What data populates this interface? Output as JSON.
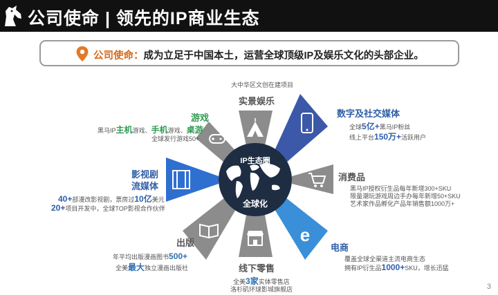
{
  "header": {
    "title": "公司使命 | 领先的IP商业生态"
  },
  "mission": {
    "label": "公司使命：",
    "text": "成为立足于中国本土，运营全球顶级IP及娱乐文化的头部企业。"
  },
  "center": {
    "top": "IP生态圈",
    "bottom": "全球化"
  },
  "segments": {
    "live": {
      "title": "实景娱乐",
      "note": "大中华区文创在建项目",
      "color": "#8c8c8c"
    },
    "digital": {
      "title": "数字及社交媒体",
      "l1a": "全球",
      "l1b": "5亿+",
      "l1c": "黑马IP粉丝",
      "l2a": "线上平台",
      "l2b": "150万+",
      "l2c": "活跃用户",
      "color": "#3b59a8"
    },
    "consumer": {
      "title": "消费品",
      "l1": "黑马IP授权衍生品每年新增300+SKU",
      "l2": "限量潮玩游戏周边手办每年新增50+SKU",
      "l3": "艺术家作品孵化产品年销售额1000万+",
      "color": "#8c8c8c"
    },
    "ecommerce": {
      "title": "电商",
      "l1": "覆盖全球全渠道主流电商生态",
      "l2a": "拥有IP衍生品",
      "l2b": "1000+",
      "l2c": "SKU，增长迅猛",
      "color": "#3a8fd8"
    },
    "retail": {
      "title": "线下零售",
      "l1a": "全美",
      "l1b": "3家",
      "l1c": "实体零售店",
      "l2": "洛杉矶环球影城旗舰店",
      "color": "#8c8c8c"
    },
    "publishing": {
      "title": "出版",
      "l1a": "年平均出版漫画图书",
      "l1b": "500+",
      "l2a": "全美",
      "l2b": "最大",
      "l2c": "独立漫画出版社",
      "color": "#3a8fd8"
    },
    "film": {
      "title1": "影视剧",
      "title2": "流媒体",
      "l1a": "40+",
      "l1b": "部漫改影视剧，票房过",
      "l1c": "10亿",
      "l1d": "美元",
      "l2a": "20+",
      "l2b": "项目开发中，全球TOP影视合作伙伴",
      "color": "#2f6fd0"
    },
    "games": {
      "title": "游戏",
      "l1a": "黑马IP",
      "l1b": "主机",
      "l1c": "游戏、",
      "l1d": "手机",
      "l1e": "游戏、",
      "l1f": "桌游",
      "l2": "全球发行游戏50+",
      "color": "#8c8c8c"
    }
  },
  "icons": [
    "horse-logo",
    "location-pin-icon",
    "tent-icon",
    "smartphone-icon",
    "shopping-cart-icon",
    "edge-browser-icon",
    "storefront-icon",
    "open-book-icon",
    "film-strip-icon",
    "gamepad-icon",
    "world-map-icon"
  ],
  "colors": {
    "dark_blue": "#3b59a8",
    "blue": "#2f6fd0",
    "light_blue": "#3a8fd8",
    "gray": "#8c8c8c",
    "accent_orange": "#d46a1c",
    "green": "#2e9b52"
  },
  "page_number": "3"
}
